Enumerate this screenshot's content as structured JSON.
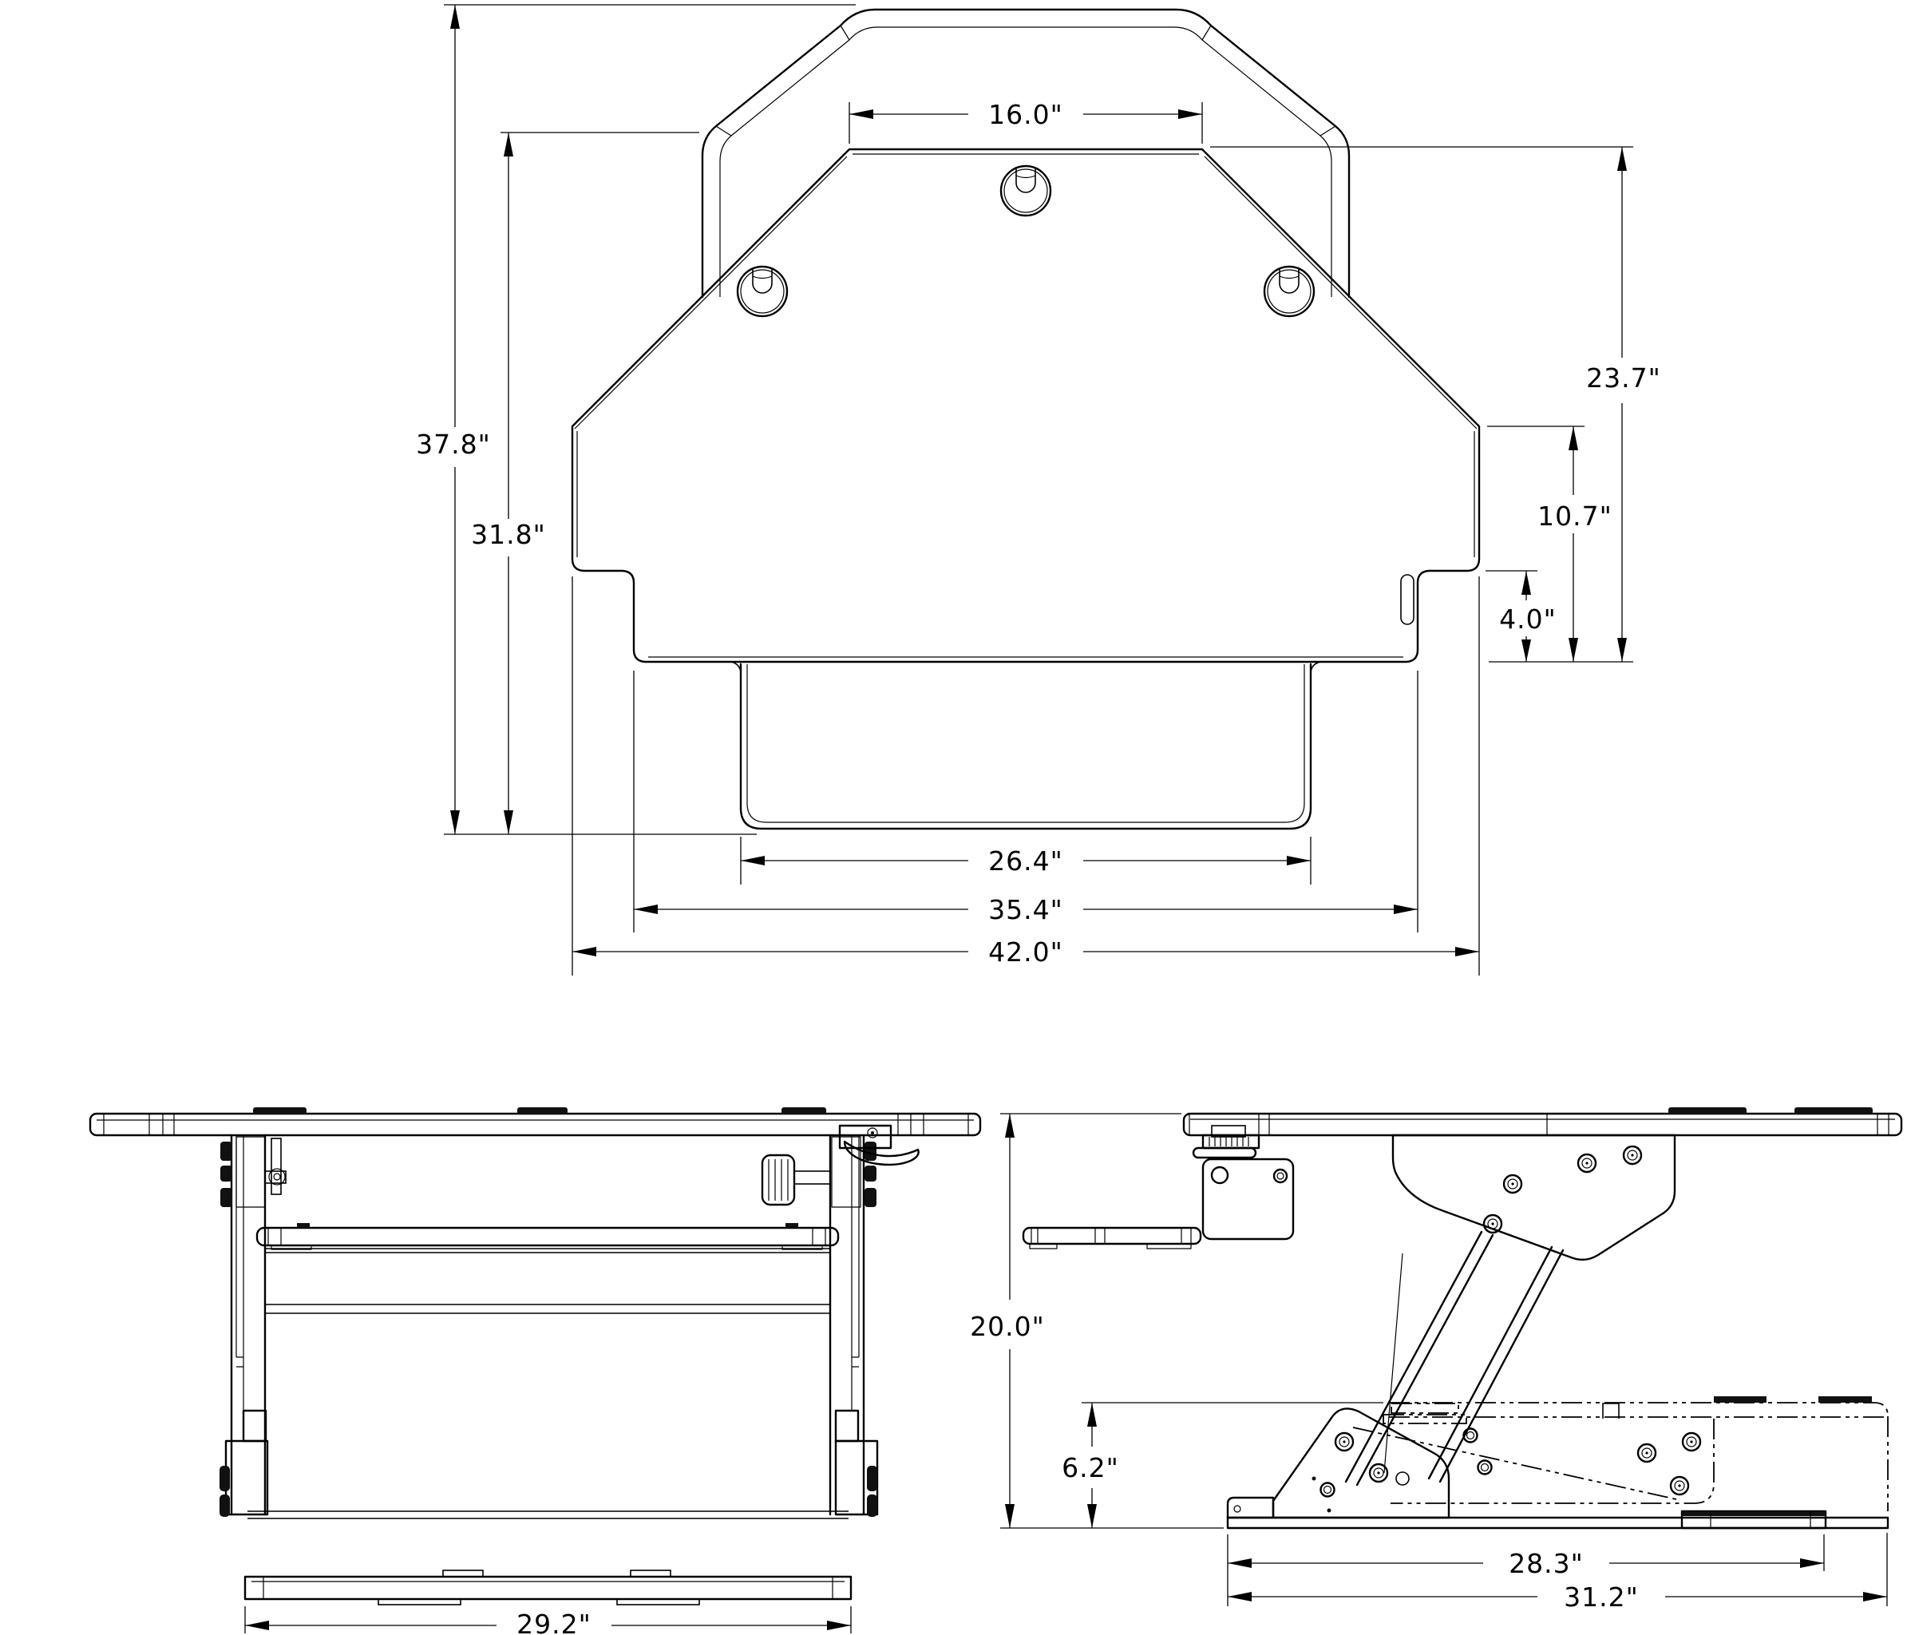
{
  "style": {
    "ink": "#000000",
    "background": "#ffffff"
  },
  "views": {
    "top": {
      "dims": {
        "mount_width": "16.0\"",
        "overall_depth": "37.8\"",
        "surface_depth": "31.8\"",
        "right_depth": "23.7\"",
        "side_edge_depth": "10.7\"",
        "step_height": "4.0\"",
        "tray_width": "26.4\"",
        "inner_width": "35.4\"",
        "overall_width": "42.0\""
      }
    },
    "front": {
      "dims": {
        "base_width": "29.2\""
      }
    },
    "side": {
      "dims": {
        "raised_height": "20.0\"",
        "folded_height": "6.2\"",
        "base_depth": "28.3\"",
        "overall_depth": "31.2\""
      }
    }
  }
}
